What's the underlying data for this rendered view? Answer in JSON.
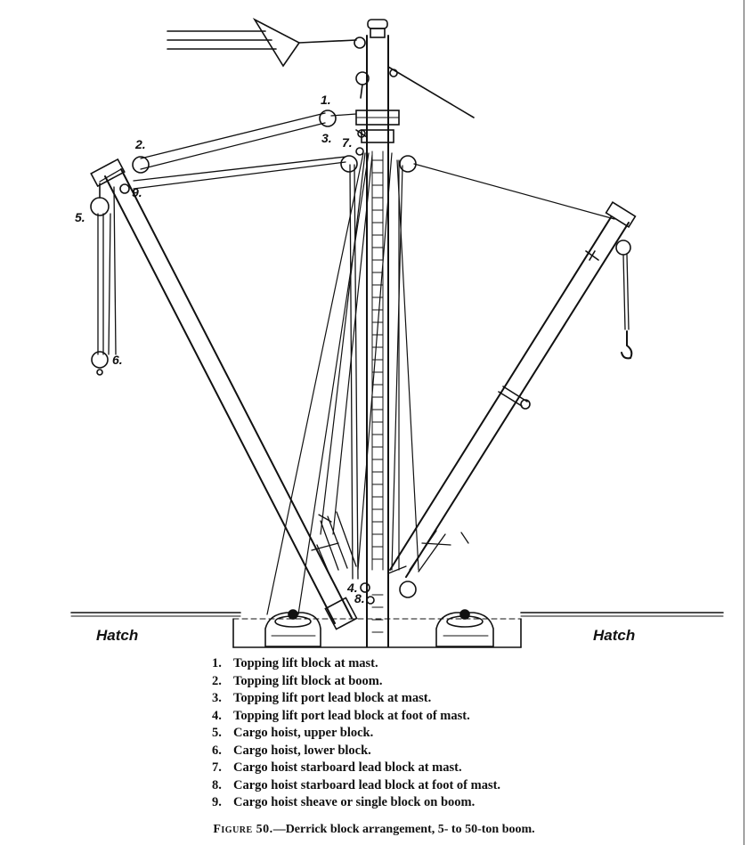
{
  "hatch_left": "Hatch",
  "hatch_right": "Hatch",
  "block_numbers": [
    "1.",
    "2.",
    "3.",
    "4.",
    "5.",
    "6.",
    "7.",
    "8.",
    "9."
  ],
  "legend": [
    {
      "num": "1.",
      "text": "Topping lift block at mast."
    },
    {
      "num": "2.",
      "text": "Topping lift block at boom."
    },
    {
      "num": "3.",
      "text": "Topping lift port lead block at mast."
    },
    {
      "num": "4.",
      "text": "Topping lift port lead block at foot of mast."
    },
    {
      "num": "5.",
      "text": "Cargo hoist, upper block."
    },
    {
      "num": "6.",
      "text": "Cargo hoist, lower block."
    },
    {
      "num": "7.",
      "text": "Cargo hoist starboard lead block at mast."
    },
    {
      "num": "8.",
      "text": "Cargo hoist starboard lead block at foot of mast."
    },
    {
      "num": "9.",
      "text": "Cargo hoist sheave or single block on boom."
    }
  ],
  "caption": {
    "figure": "Figure 50.",
    "text": "—Derrick block arrangement, 5- to 50-ton boom."
  }
}
